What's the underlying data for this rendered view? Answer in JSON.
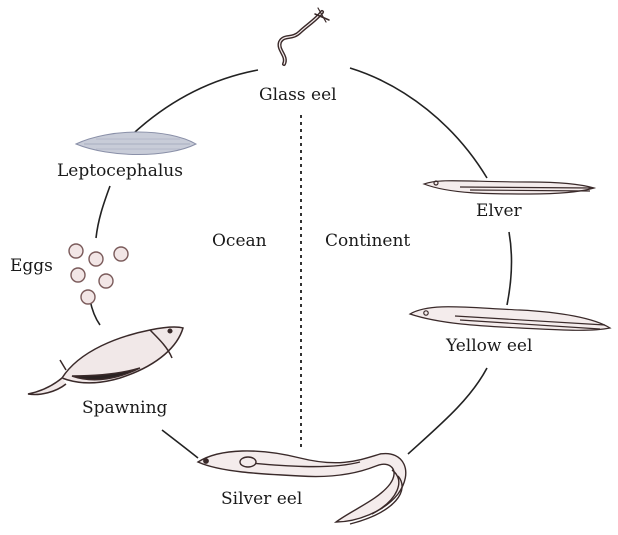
{
  "diagram": {
    "stages": {
      "glass_eel": "Glass eel",
      "elver": "Elver",
      "yellow_eel": "Yellow eel",
      "silver_eel": "Silver eel",
      "spawning": "Spawning",
      "eggs": "Eggs",
      "leptocephalus": "Leptocephalus"
    },
    "regions": {
      "ocean": "Ocean",
      "continent": "Continent"
    }
  },
  "colors": {
    "line": "#222222",
    "eel_outline": "#3a2a2a",
    "eel_fill": "#f4ecec",
    "egg_fill": "#f2e6e6",
    "larva_fill": "#c8ccd8"
  }
}
